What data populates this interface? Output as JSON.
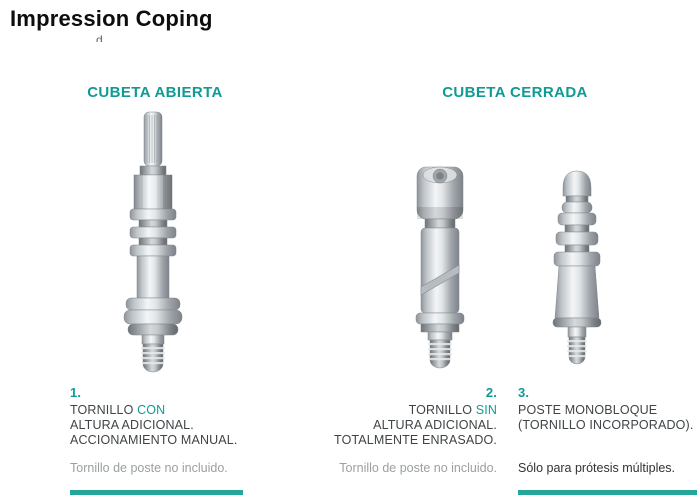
{
  "colors": {
    "accent": "#0f9b94",
    "bar": "#23a79c",
    "text_dark": "#3f4447",
    "text_gray": "#9aa0a3",
    "note_dark": "#2f3335",
    "title": "#0d0d0d"
  },
  "header": {
    "title": "Impression Coping",
    "subtitle_fragment": "d"
  },
  "sections": {
    "open_tray": {
      "header": "CUBETA ABIERTA"
    },
    "closed_tray": {
      "header": "CUBETA CERRADA"
    }
  },
  "items": [
    {
      "number": "1.",
      "line1_pre": "TORNILLO ",
      "line1_accent": "CON",
      "line2": "ALTURA ADICIONAL.",
      "line3": "ACCIONAMIENTO MANUAL.",
      "note": "Tornillo de poste no incluido."
    },
    {
      "number": "2.",
      "line1_pre": "TORNILLO ",
      "line1_accent": "SIN",
      "line2": "ALTURA ADICIONAL.",
      "line3": "TOTALMENTE ENRASADO.",
      "note": "Tornillo de poste no incluido."
    },
    {
      "number": "3.",
      "line1": "POSTE MONOBLOQUE",
      "line2": "(TORNILLO INCORPORADO).",
      "note": "Sólo para prótesis múltiples."
    }
  ]
}
